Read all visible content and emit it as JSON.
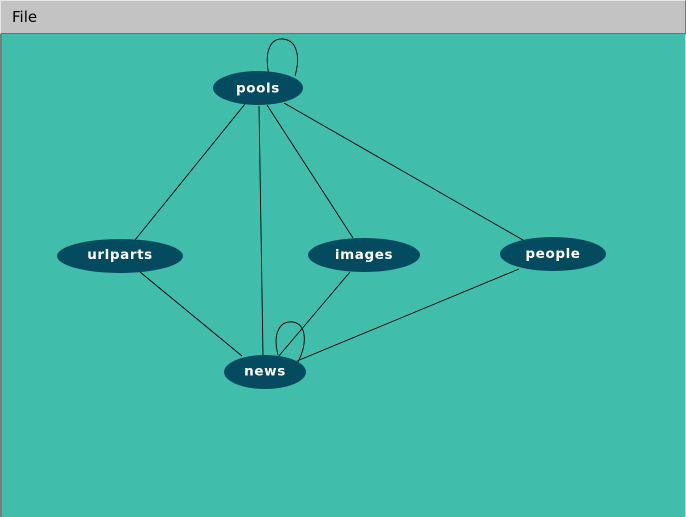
{
  "menubar": {
    "file_label": "File"
  },
  "graph": {
    "colors": {
      "background": "#40bdab",
      "node_fill": "#054b5f",
      "node_text": "#ffffff",
      "edge": "#000000"
    },
    "nodes": {
      "pools": "pools",
      "urlparts": "urlparts",
      "images": "images",
      "people": "people",
      "news": "news"
    },
    "edges": [
      [
        "pools",
        "pools"
      ],
      [
        "pools",
        "urlparts"
      ],
      [
        "pools",
        "news"
      ],
      [
        "pools",
        "images"
      ],
      [
        "pools",
        "people"
      ],
      [
        "urlparts",
        "news"
      ],
      [
        "images",
        "news"
      ],
      [
        "people",
        "news"
      ],
      [
        "news",
        "news"
      ]
    ]
  }
}
